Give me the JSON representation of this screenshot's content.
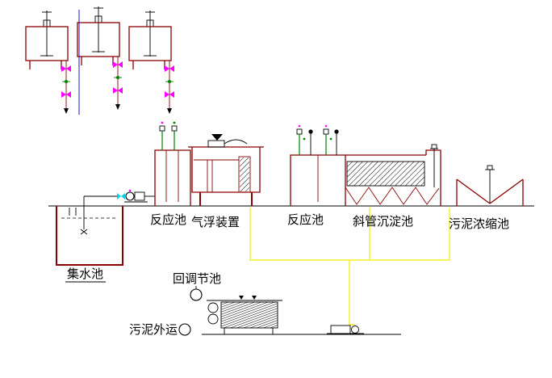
{
  "diagram": {
    "kind": "wastewater-treatment-process-flow-cad-drawing",
    "background": "#ffffff"
  },
  "labels": {
    "collection_tank": "集水池",
    "reaction_tank_1": "反应池",
    "air_flotation_unit": "气浮装置",
    "reaction_tank_2": "反应池",
    "inclined_tube_settler": "斜管沉淀池",
    "sludge_thickener": "污泥浓缩池",
    "return_regulation_tank": "回调节池",
    "sludge_hauling": "污泥外运"
  },
  "colors": {
    "line_black": "#000000",
    "outline_dark_red": "#8b0000",
    "mixer_green": "#008000",
    "pipe_blue": "#0000cd",
    "pipe_yellow": "#f5f028",
    "valve_magenta": "#ff00ff",
    "marker_cyan": "#00d5e8"
  }
}
